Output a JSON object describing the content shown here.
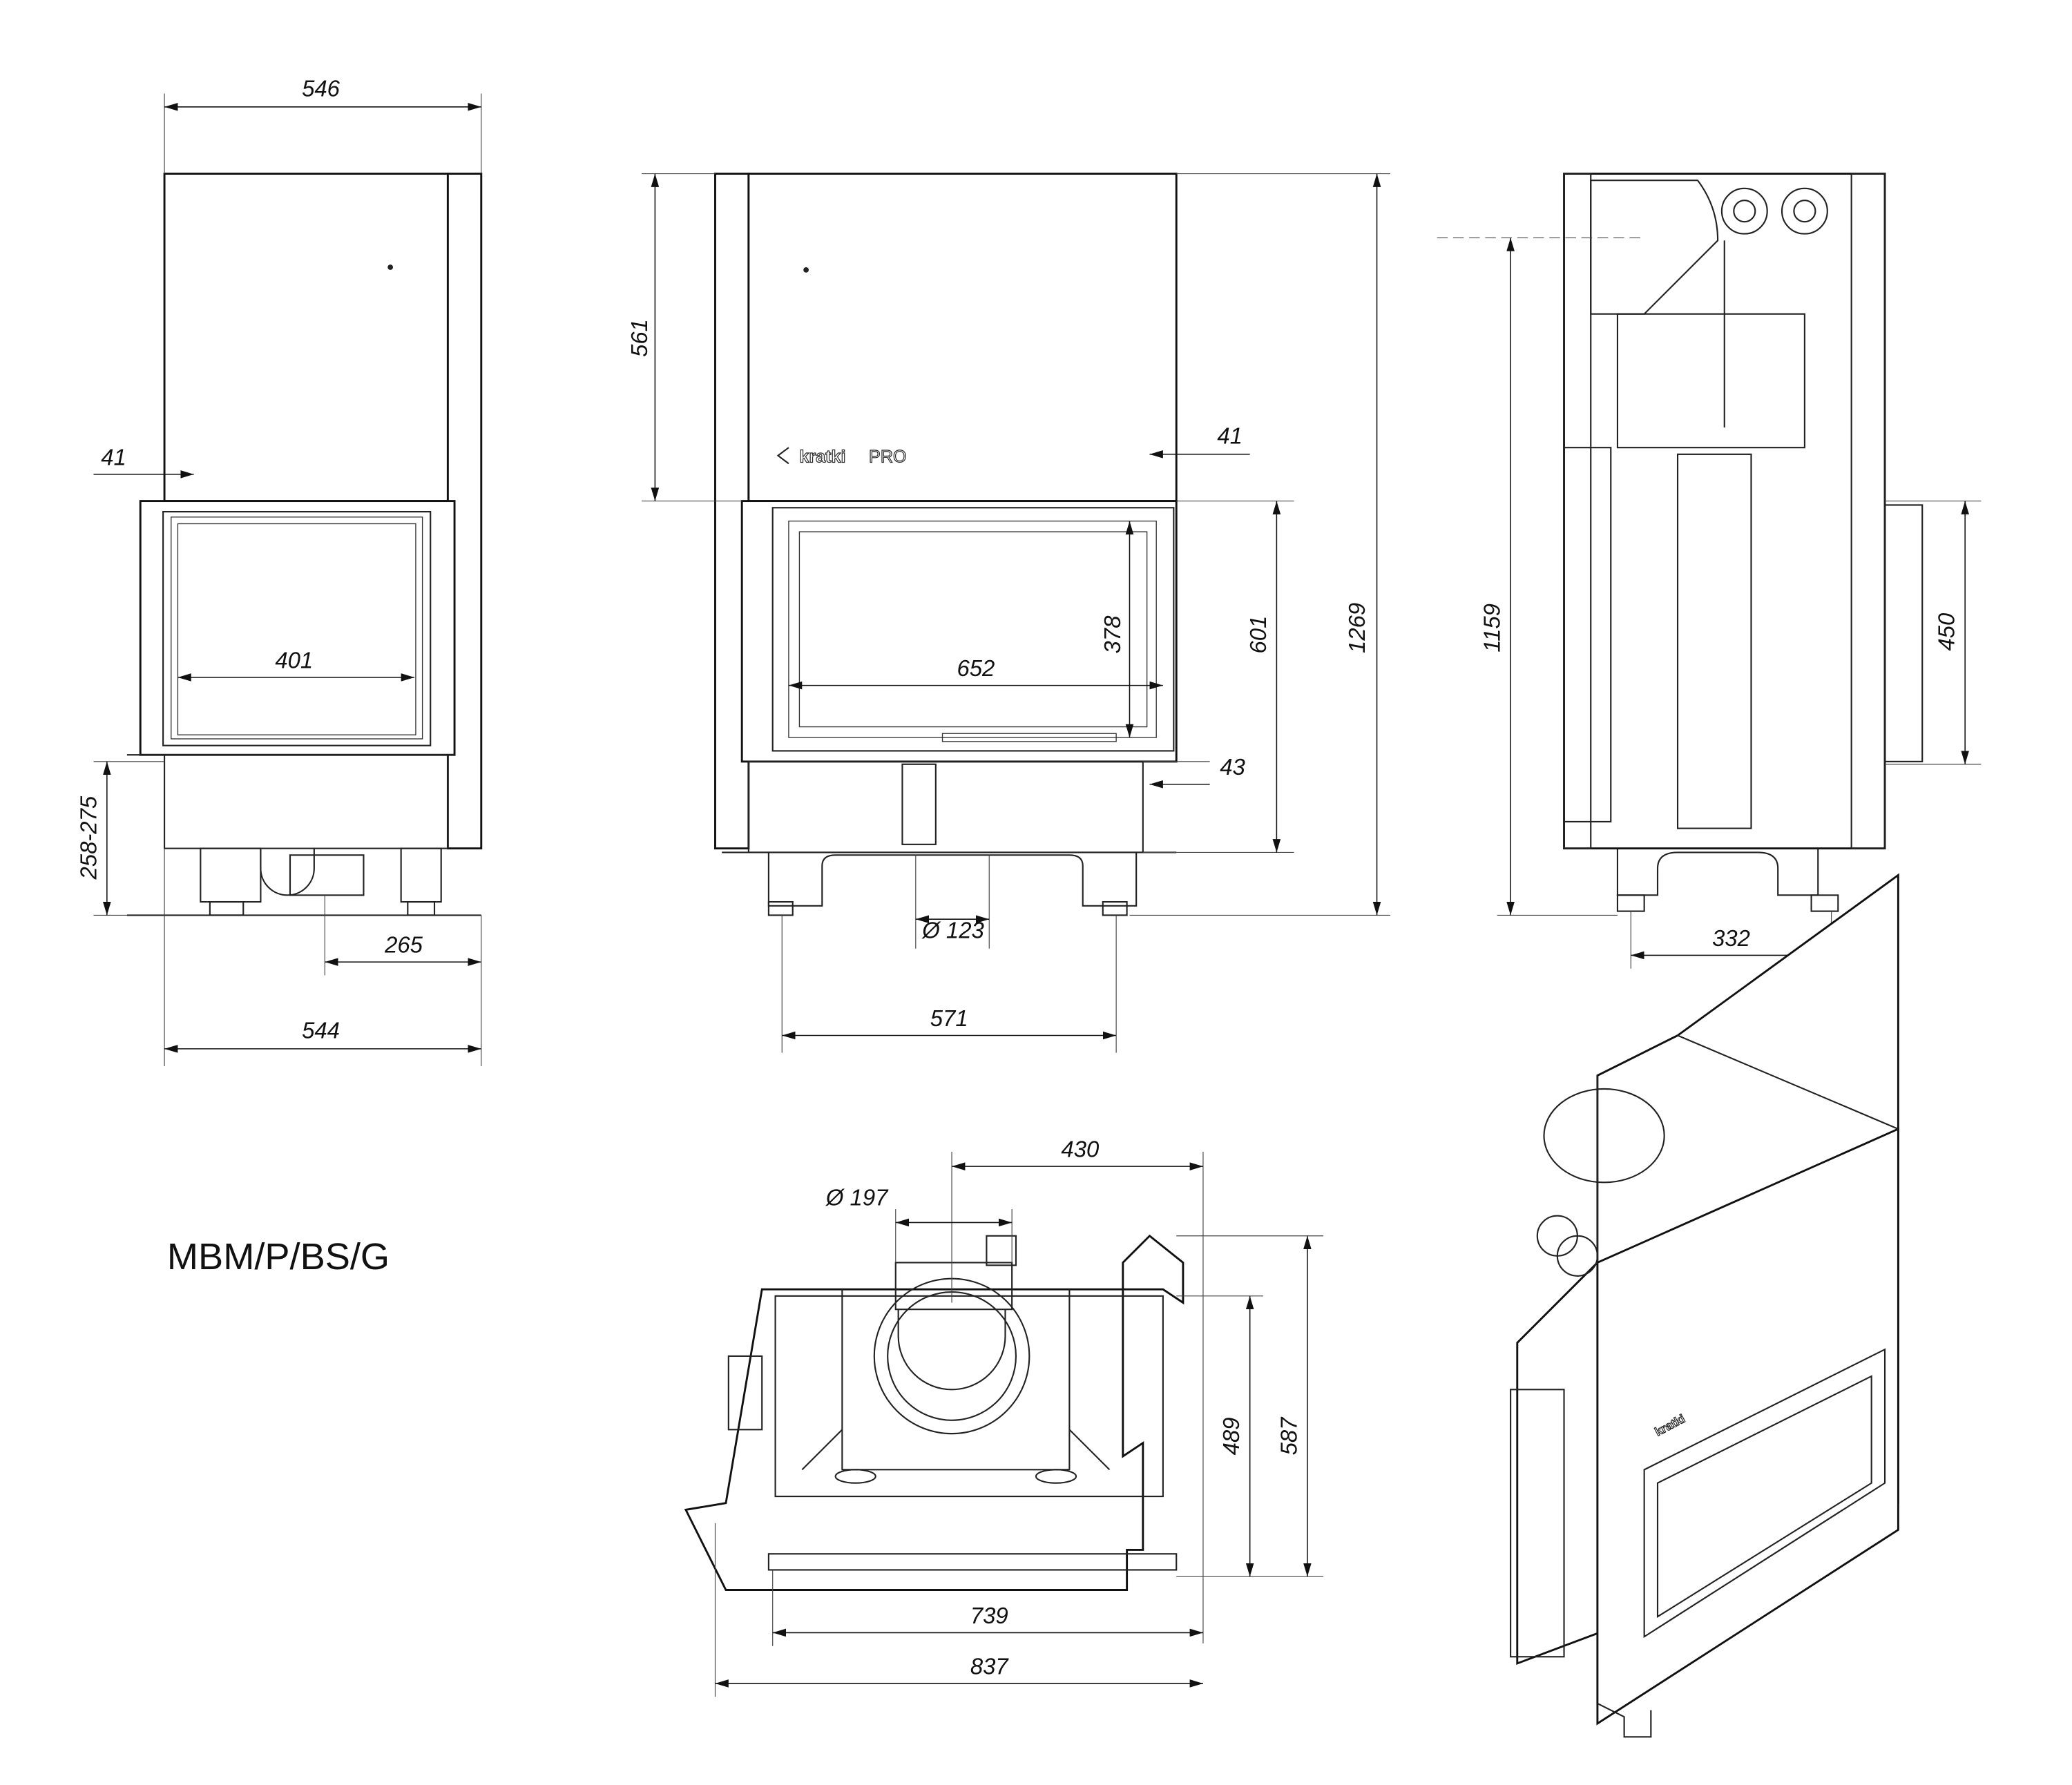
{
  "model_label": "MBM/P/BS/G",
  "logo": {
    "brand": "kratki",
    "suffix": "PRO"
  },
  "front_view": {
    "width_top": "546",
    "side_offset": "41",
    "glass_width": "401",
    "base_height": "258-275",
    "flue_offset": "265",
    "width_bottom": "544"
  },
  "middle_view": {
    "upper_height": "561",
    "side_offset": "41",
    "glass_height": "378",
    "glass_width": "652",
    "door_height": "601",
    "total_height": "1269",
    "ledge": "43",
    "air_inlet": "Ø 123",
    "base_width": "571"
  },
  "side_view": {
    "flue_height": "1159",
    "panel_height": "450",
    "base_width": "332"
  },
  "top_view": {
    "flue_offset": "430",
    "flue_diameter": "Ø 197",
    "inner_depth": "489",
    "total_depth": "587",
    "inner_width": "739",
    "total_width": "837"
  }
}
